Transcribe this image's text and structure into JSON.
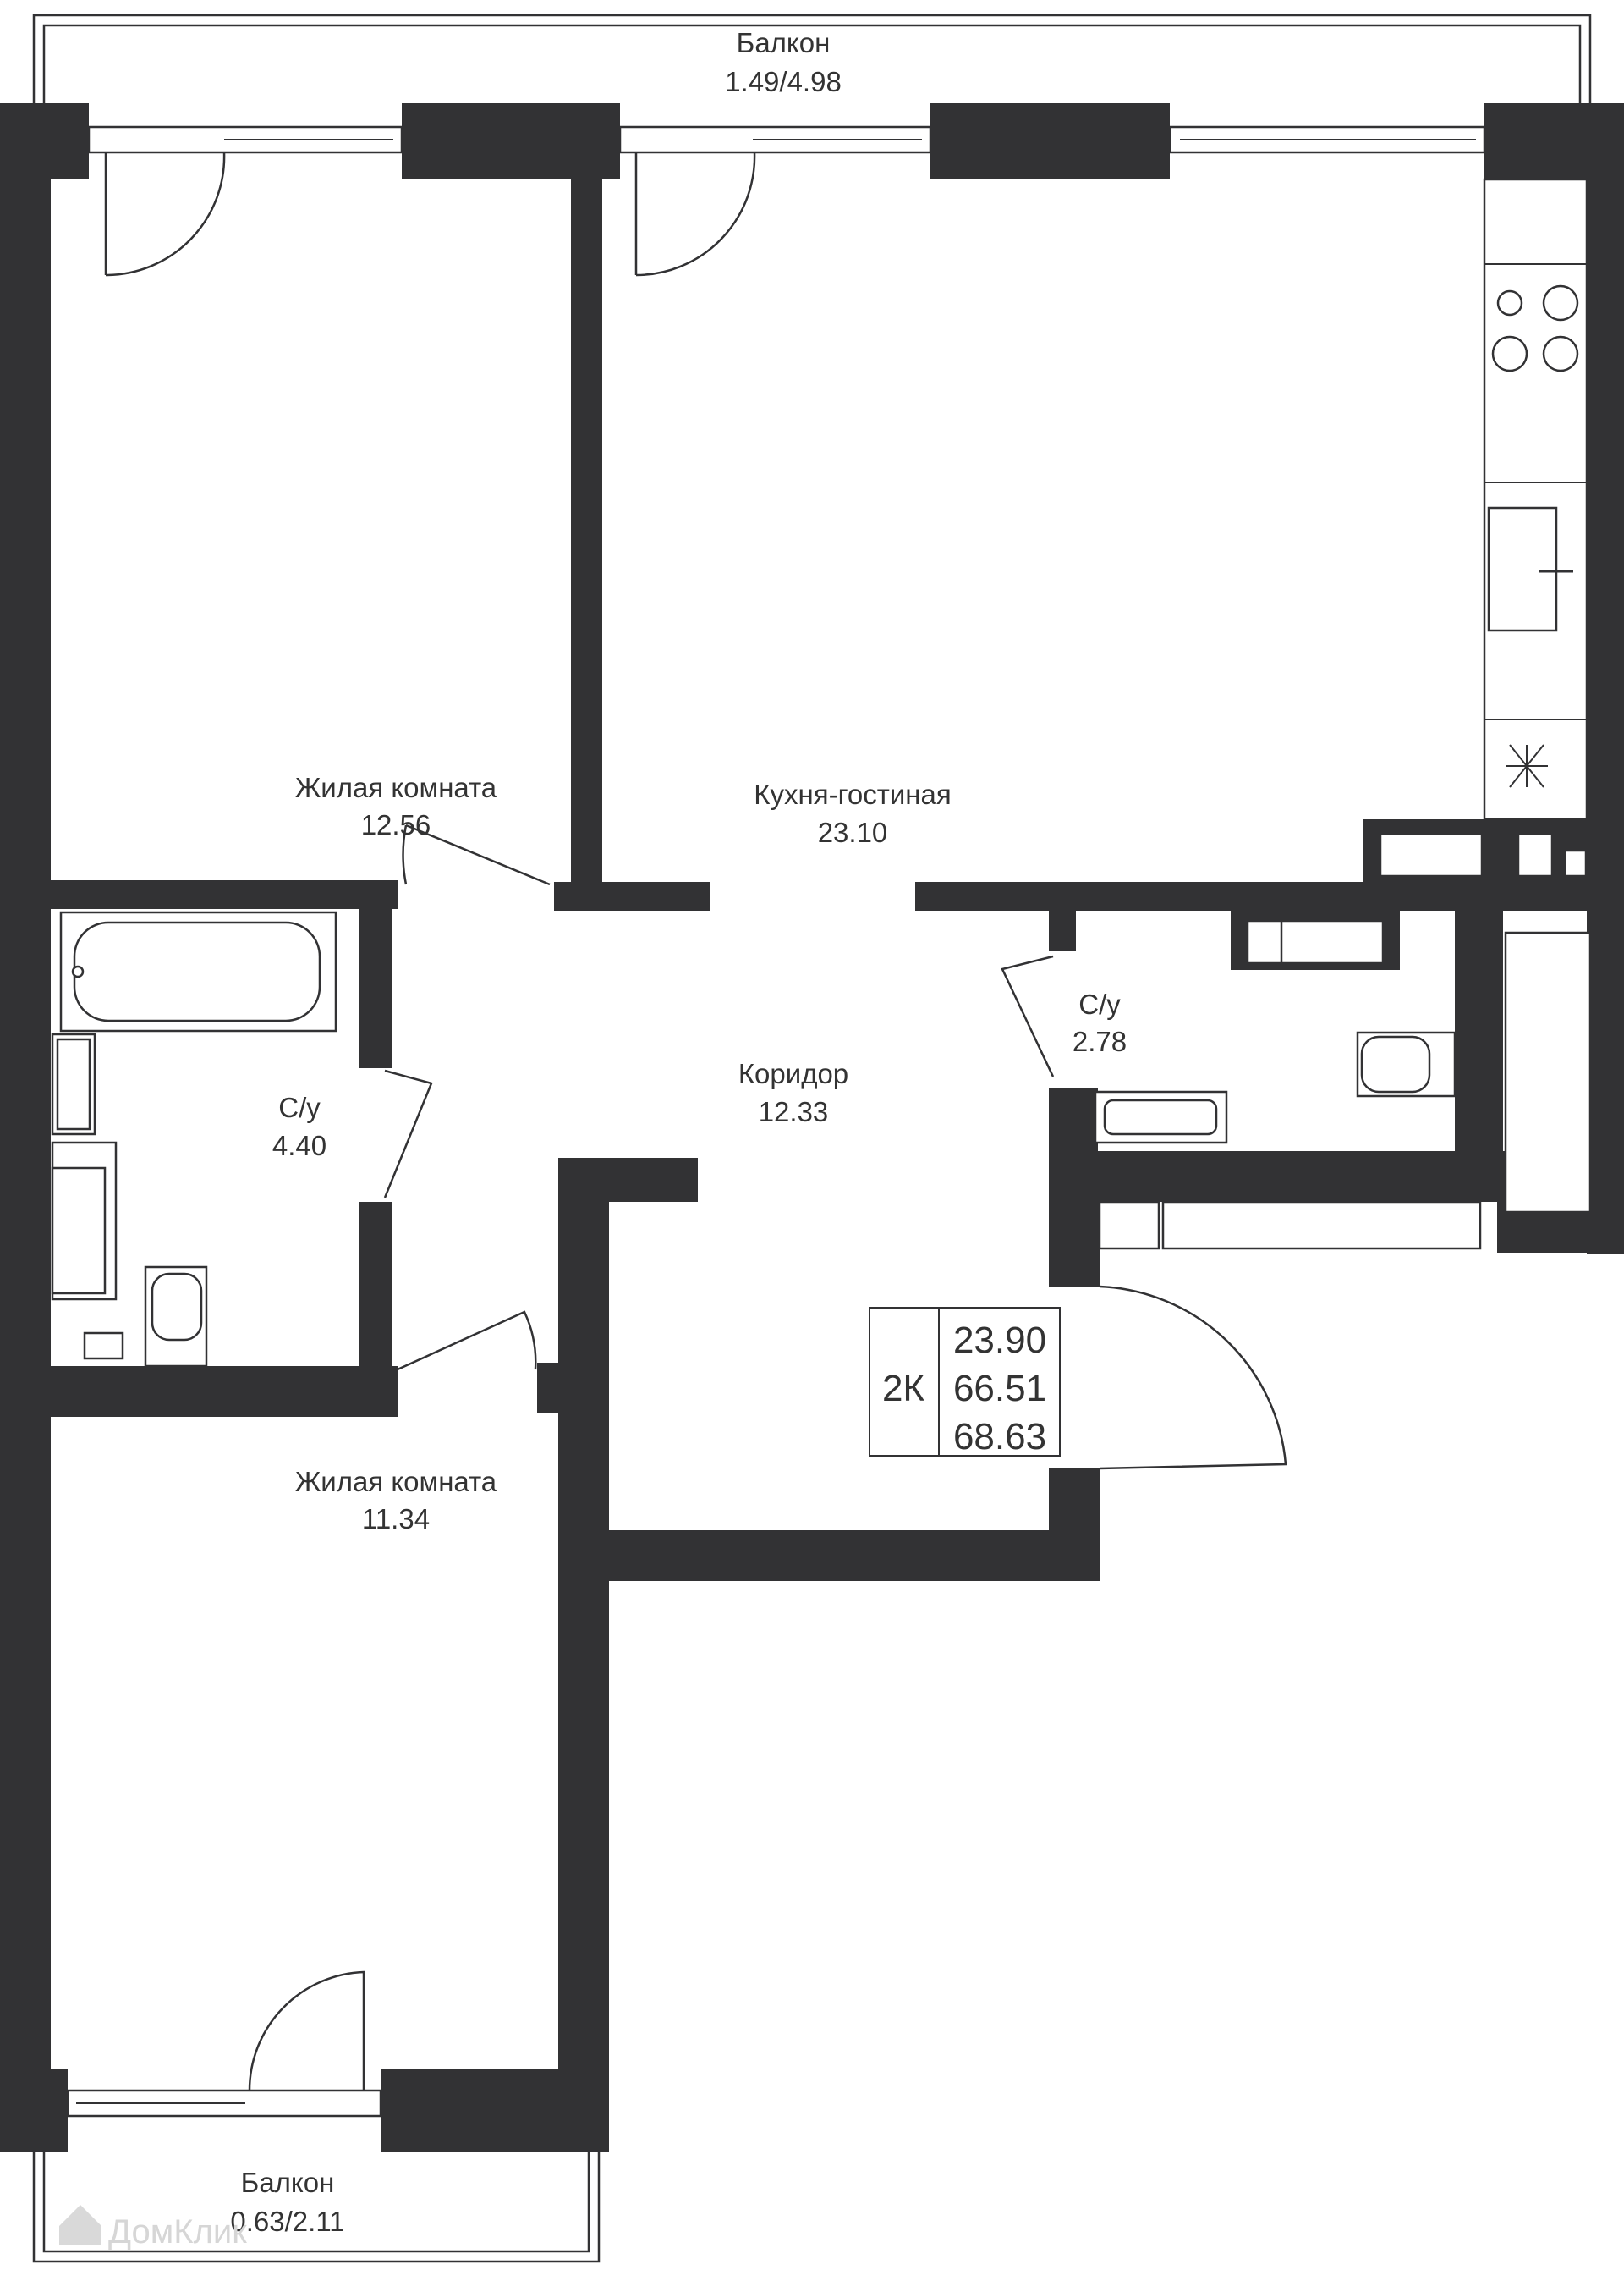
{
  "plan": {
    "rooms": [
      {
        "id": "balcony-top",
        "name": "Балкон",
        "area": "1.49/4.98"
      },
      {
        "id": "bedroom-1",
        "name": "Жилая комната",
        "area": "12.56"
      },
      {
        "id": "kitchen-living",
        "name": "Кухня-гостиная",
        "area": "23.10"
      },
      {
        "id": "bathroom-1",
        "name": "С/у",
        "area": "4.40"
      },
      {
        "id": "corridor",
        "name": "Коридор",
        "area": "12.33"
      },
      {
        "id": "bathroom-2",
        "name": "С/у",
        "area": "2.78"
      },
      {
        "id": "bedroom-2",
        "name": "Жилая комната",
        "area": "11.34"
      },
      {
        "id": "balcony-bottom",
        "name": "Балкон",
        "area": "0.63/2.11"
      }
    ],
    "summary": {
      "type": "2К",
      "values": [
        "23.90",
        "66.51",
        "68.63"
      ]
    },
    "watermark": "ДомКлик",
    "colors": {
      "wall": "#323234",
      "text": "#333333",
      "background": "#ffffff"
    }
  }
}
